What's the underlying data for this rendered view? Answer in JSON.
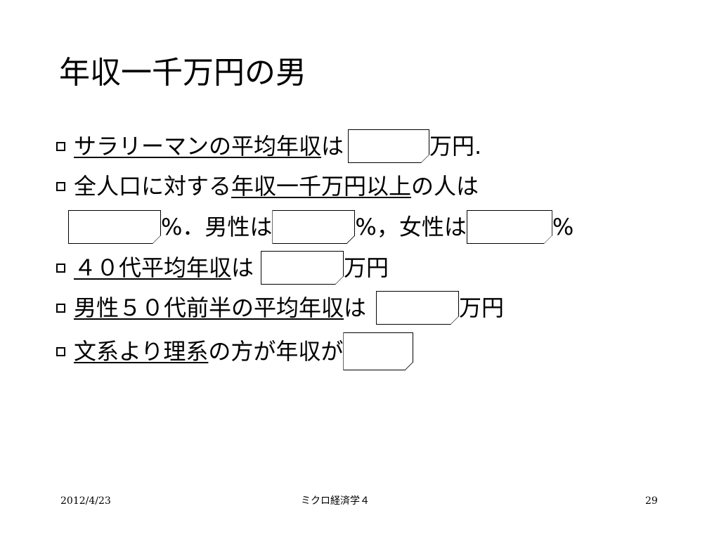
{
  "title": "年収一千万円の男",
  "items": [
    {
      "pre": "",
      "underlined": "サラリーマンの平均年収",
      "post": "は",
      "after_blank": "万円."
    },
    {
      "pre": "全人口に対する",
      "underlined": "年収一千万円以上",
      "post": "の人は"
    },
    {
      "p1": "%．男性は",
      "p2": "%，女性は",
      "p3": "%"
    },
    {
      "underlined": "４０代平均年収",
      "post": "は",
      "after_blank": "万円"
    },
    {
      "underlined": "男性５０代前半の平均年収",
      "post": "は",
      "after_blank": "万円"
    },
    {
      "underlined": "文系より理系",
      "post": "の方が年収が"
    }
  ],
  "footer": {
    "date": "2012/4/23",
    "course": "ミクロ経済学４",
    "page": "29"
  }
}
